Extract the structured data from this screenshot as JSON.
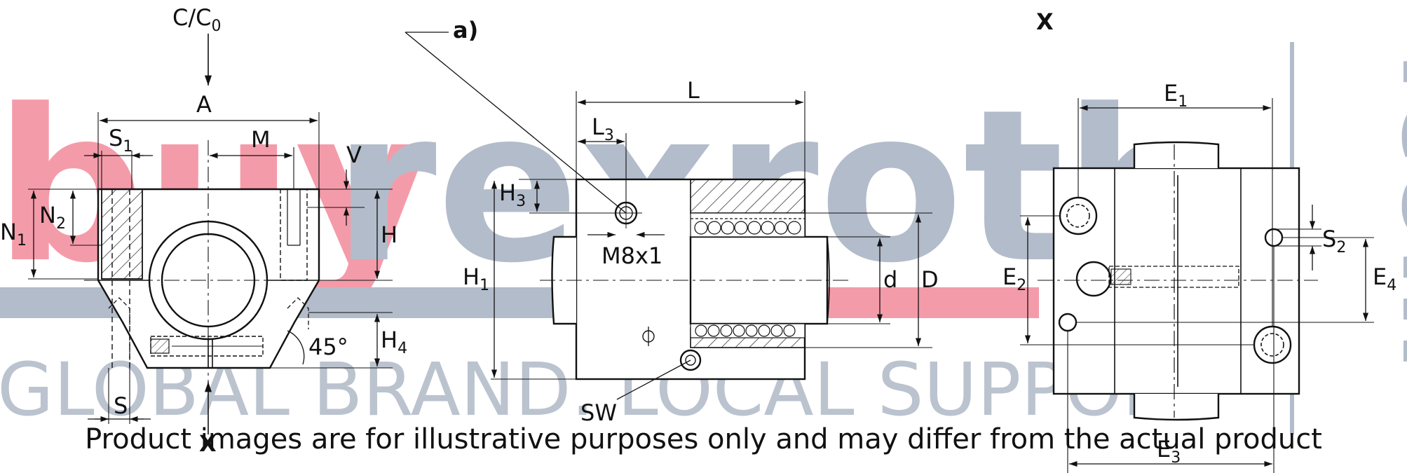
{
  "watermark": {
    "brand_a": "buy",
    "brand_b": "rexroth",
    "brand_c": ".com",
    "tagline": "GLOBAL BRAND. LOCAL SUPPORT.",
    "color_red": "#f07a8c",
    "color_grey": "#9aa6b8"
  },
  "disclaimer": "Product images are for illustrative purposes only and may differ from the actual product",
  "left_view": {
    "load_label": "C/C",
    "load_sub": "0",
    "A": "A",
    "S1": "S",
    "S1_sub": "1",
    "M": "M",
    "V": "V",
    "N1": "N",
    "N1_sub": "1",
    "N2": "N",
    "N2_sub": "2",
    "H": "H",
    "H4": "H",
    "H4_sub": "4",
    "angle": "45°",
    "S": "S",
    "X": "X"
  },
  "middle_view": {
    "a": "a)",
    "L": "L",
    "L3": "L",
    "L3_sub": "3",
    "H3": "H",
    "H3_sub": "3",
    "thread": "M8x1",
    "H1": "H",
    "H1_sub": "1",
    "d": "d",
    "D": "D",
    "SW": "SW"
  },
  "right_view": {
    "X": "X",
    "E1": "E",
    "E1_sub": "1",
    "E2": "E",
    "E2_sub": "2",
    "E3": "E",
    "E3_sub": "3",
    "E4": "E",
    "E4_sub": "4",
    "S2": "S",
    "S2_sub": "2"
  }
}
